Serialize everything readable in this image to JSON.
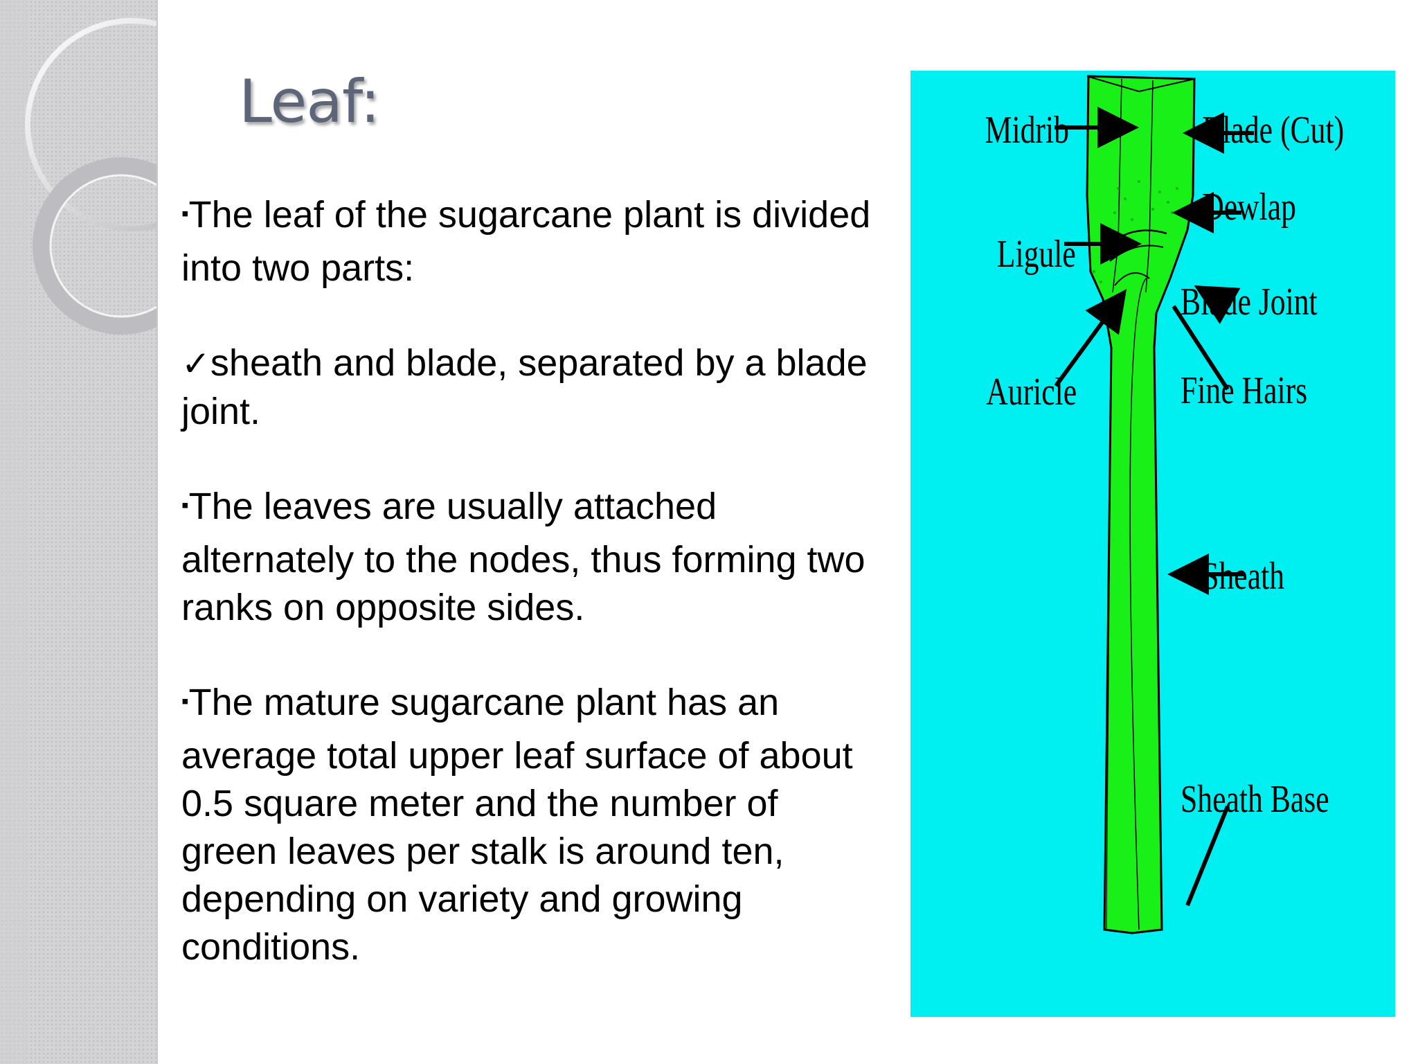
{
  "slide": {
    "title": "Leaf:",
    "paragraphs": [
      {
        "bullet": "▪",
        "text": "The leaf of the sugarcane plant is divided into two parts:"
      },
      {
        "bullet": "✓",
        "text": "sheath and blade, separated by a blade joint."
      },
      {
        "bullet": "▪",
        "text": "The leaves are usually attached alternately to the nodes, thus forming two ranks on opposite sides."
      },
      {
        "bullet": "▪",
        "text": "The mature sugarcane plant has an average total upper leaf surface of about 0.5 square meter and the number of green leaves per stalk is around ten, depending on variety and growing conditions."
      }
    ]
  },
  "diagram": {
    "labels": {
      "midrib": "Midrib",
      "ligule": "Ligule",
      "auricle": "Auricle",
      "blade_cut": "Blade (Cut)",
      "dewlap": "Dewlap",
      "blade_joint": "Blade Joint",
      "fine_hairs": "Fine Hairs",
      "sheath": "Sheath",
      "sheath_base": "Sheath Base"
    },
    "colors": {
      "background": "#00f0f2",
      "leaf": "#18f018",
      "title": "#5d6678"
    }
  }
}
